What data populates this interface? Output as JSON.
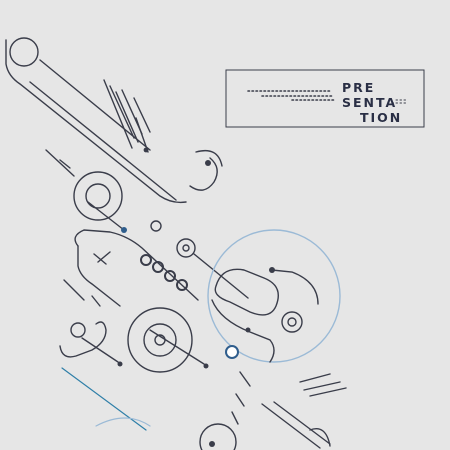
{
  "title": {
    "line1": "PRE",
    "line2": "SENTA",
    "line3": "TION"
  },
  "colors": {
    "background": "#e6e6e6",
    "line": "#3a3d4a",
    "accent_blue": "#2f5d8c",
    "accent_light_blue": "#9bbad6",
    "title_text": "#2a2f45"
  }
}
